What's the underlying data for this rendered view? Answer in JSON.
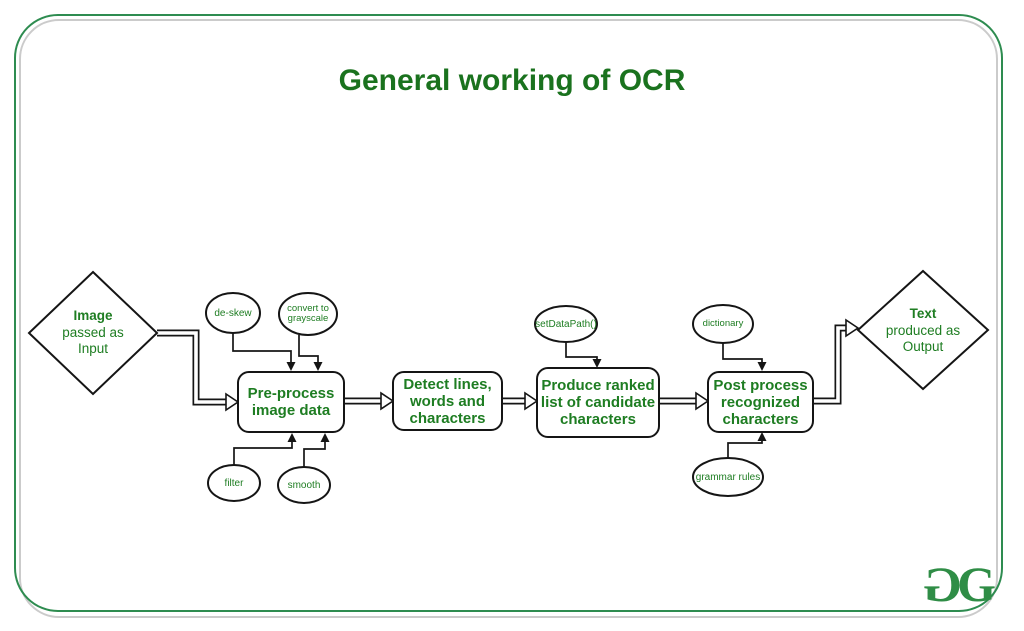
{
  "slide": {
    "title": "General working of OCR"
  },
  "colors": {
    "title_green": "#1a721e",
    "text_green": "#1e7d22",
    "logo_green": "#2f8d46",
    "border_green": "#2e8c50",
    "border_gray": "#cbcbcb",
    "shape_stroke": "#151515",
    "background": "#ffffff"
  },
  "diagram": {
    "input": {
      "lines": [
        "Image",
        "passed as",
        "Input"
      ]
    },
    "output": {
      "lines": [
        "Text",
        "produced as",
        "Output"
      ]
    },
    "boxes": [
      {
        "id": "preprocess",
        "lines": [
          "Pre-process",
          "image data"
        ]
      },
      {
        "id": "detect",
        "lines": [
          "Detect lines,",
          "words and",
          "characters"
        ]
      },
      {
        "id": "rank",
        "lines": [
          "Produce ranked",
          "list of candidate",
          "characters"
        ]
      },
      {
        "id": "postprocess",
        "lines": [
          "Post process",
          "recognized",
          "characters"
        ]
      }
    ],
    "ellipses": [
      {
        "id": "deskew",
        "lines": [
          "de-skew"
        ]
      },
      {
        "id": "grayscale",
        "lines": [
          "convert to",
          "grayscale"
        ]
      },
      {
        "id": "filter",
        "lines": [
          "filter"
        ]
      },
      {
        "id": "smooth",
        "lines": [
          "smooth"
        ]
      },
      {
        "id": "setdatapath",
        "lines": [
          "setDataPath()"
        ]
      },
      {
        "id": "dictionary",
        "lines": [
          "dictionary"
        ]
      },
      {
        "id": "grammar",
        "lines": [
          "grammar rules"
        ]
      }
    ]
  },
  "logo": {
    "g1": "G",
    "g2": "G"
  }
}
